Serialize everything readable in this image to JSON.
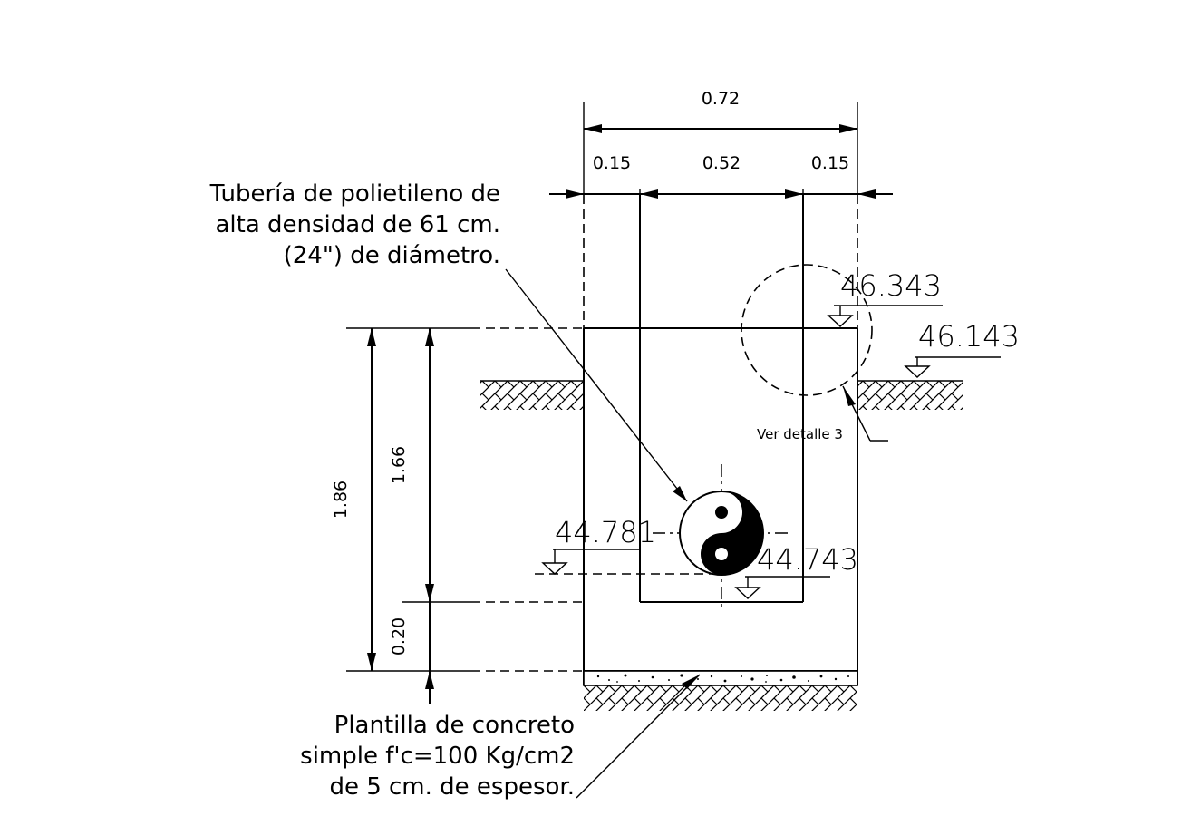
{
  "dimensions": {
    "total_width": "0.72",
    "wall_left": "0.15",
    "inner_width": "0.52",
    "wall_right": "0.15",
    "total_height": "1.86",
    "inner_height": "1.66",
    "base_height": "0.20"
  },
  "elevations": {
    "top_pipe": "46.343",
    "ground": "46.143",
    "pipe_invert_in": "44.781",
    "pipe_invert_out": "44.743"
  },
  "notes": {
    "pipe_line1": "Tubería de polietileno de",
    "pipe_line2": "alta densidad de 61 cm.",
    "pipe_line3": "(24\") de diámetro.",
    "base_line1": "Plantilla de concreto",
    "base_line2": "simple f'c=100 Kg/cm2",
    "base_line3": "de 5 cm. de espesor.",
    "detail_ref": "Ver detalle 3"
  }
}
